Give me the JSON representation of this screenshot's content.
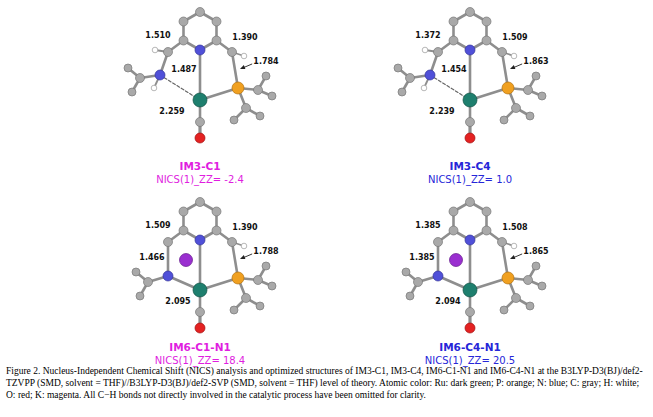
{
  "diagram": {
    "caption": "Figure 2. Nucleus-Independent Chemical Shift (NICS) analysis and optimized structures of IM3-C1, IM3-C4, IM6-C1-N1 and IM6-C4-N1 at the B3LYP-D3(BJ)/def2-TZVPP (SMD, solvent = THF)//B3LYP-D3(BJ)/def2-SVP (SMD, solvent = THF) level of theory. Atomic color: Ru: dark green; P: orange; N: blue; C: gray; H: white; O: red; K: magenta. All C−H bonds not directly involved in the catalytic process have been omitted for clarity.",
    "labels": [
      "1.510",
      "1.390",
      "1.487",
      "1.784",
      "2.259",
      "IM3-C1",
      "NICS(1)_ZZ= -2.4",
      "1.372",
      "1.509",
      "1.454",
      "1.863",
      "2.239",
      "IM3-C4",
      "NICS(1)_ZZ= 1.0",
      "1.509",
      "1.390",
      "1.466",
      "1.788",
      "2.095",
      "IM6-C1-N1",
      "NICS(1)_ZZ= 18.4",
      "1.385",
      "1.508",
      "1.385",
      "1.865",
      "2.094",
      "IM6-C4-N1",
      "NICS(1)_ZZ= 20.5"
    ]
  }
}
